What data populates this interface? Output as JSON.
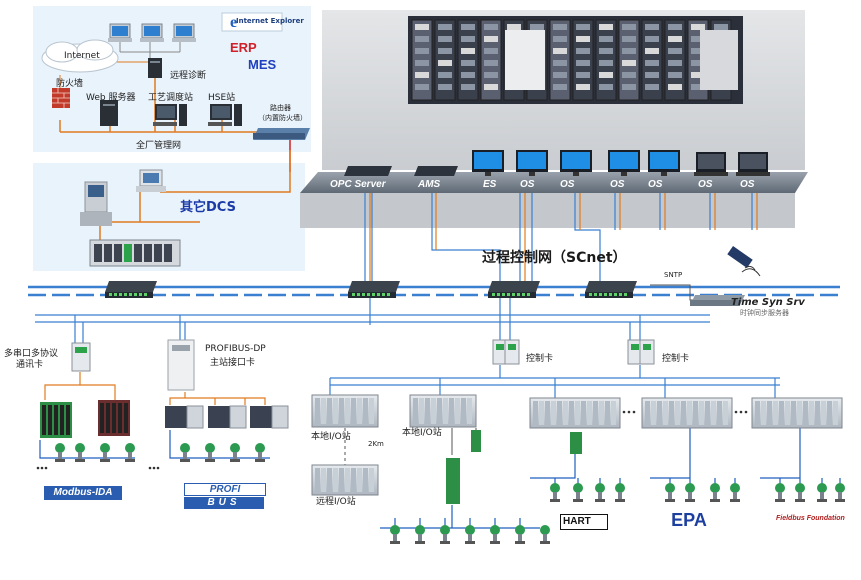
{
  "zones": {
    "internet": "Internet",
    "firewall": "防火墙",
    "remote_diag": "远程诊断",
    "erp": "ERP",
    "mes": "MES",
    "ie_badge": "Internet Explorer",
    "web_server": "Web 服务器",
    "dispatch": "工艺调度站",
    "hse": "HSE站",
    "router": "路由器",
    "router_sub": "（内置防火墙）",
    "plant_net": "全厂管理网",
    "other_dcs": "其它DCS"
  },
  "console": {
    "labels": [
      "OPC Server",
      "AMS",
      "ES",
      "OS",
      "OS",
      "OS",
      "OS",
      "OS",
      "OS"
    ]
  },
  "network": {
    "scnet": "过程控制网（SCnet）",
    "sntp": "SNTP",
    "time_srv": "Time Syn Srv",
    "time_srv_sub": "时钟同步服务器"
  },
  "field": {
    "multi_serial": "多串口多协议",
    "multi_serial2": "通讯卡",
    "profibus_card": "PROFIBUS-DP",
    "profibus_card2": "主站接口卡",
    "control_card_a": "控制卡",
    "control_card_b": "控制卡",
    "local_io_a": "本地I/O站",
    "local_io_b": "本地I/O站",
    "distance": "2Km",
    "remote_io": "远程I/O站",
    "modbus": "Modbus-IDA",
    "profi": "PROFI",
    "bus": "BUS",
    "hart": "HART",
    "epa": "EPA",
    "ff": "Fieldbus Foundation"
  }
}
